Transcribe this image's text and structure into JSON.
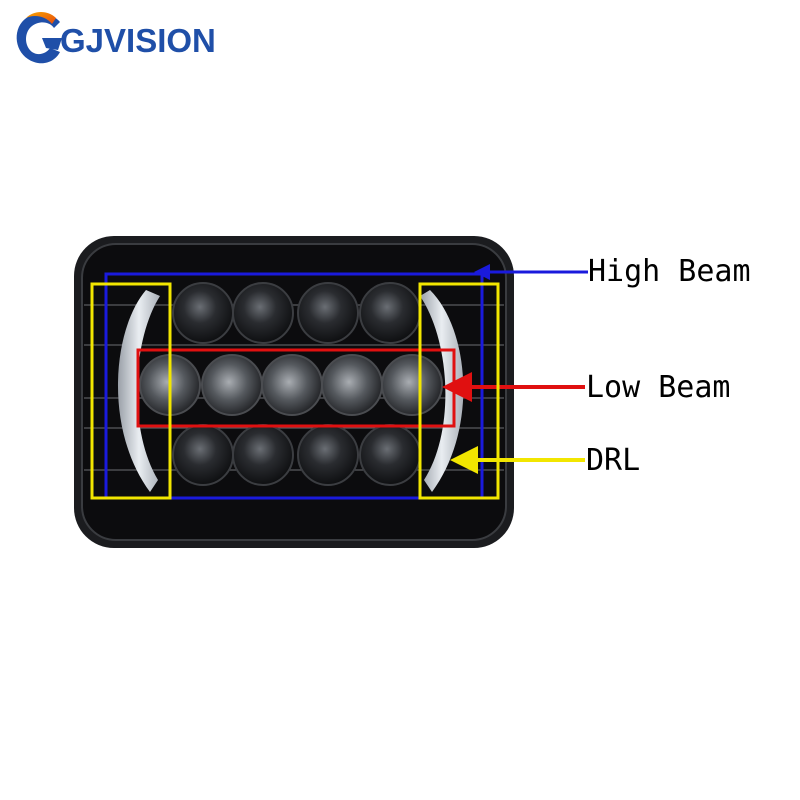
{
  "brand": {
    "name": "GJVISION",
    "color": "#1f4fa8"
  },
  "labels": {
    "high_beam": "High Beam",
    "low_beam": "Low Beam",
    "drl": "DRL"
  },
  "colors": {
    "high_beam_marker": "#1a1adc",
    "low_beam_marker": "#e01010",
    "drl_marker": "#f2e600",
    "housing": "#0c0c0e"
  }
}
